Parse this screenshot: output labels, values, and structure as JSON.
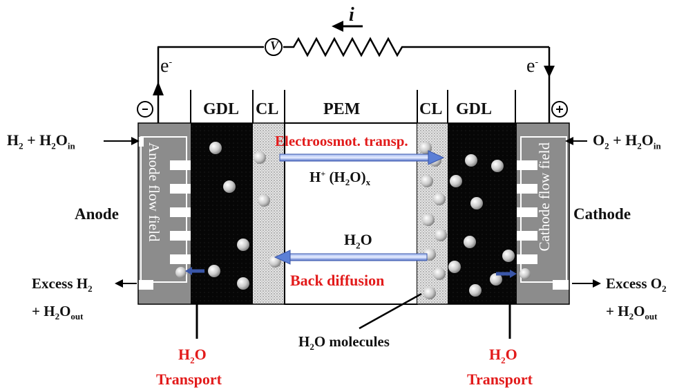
{
  "labels": {
    "gdl": "GDL",
    "cl": "CL",
    "pem": "PEM",
    "current": "i",
    "voltmeter": "V",
    "electron": "e",
    "electron_sup": "-",
    "minus_sign": "-",
    "plus_sign": "+",
    "anode": "Anode",
    "cathode": "Cathode",
    "anode_flow_field": "Anode flow field",
    "cathode_flow_field": "Cathode flow field",
    "electroosmotic": "Electroosmot. transp.",
    "proton_h": "H",
    "proton_sup": "+",
    "proton_water": "(H",
    "proton_water_sub": "2",
    "proton_water_end": "O)",
    "proton_x": "x",
    "water_h": "H",
    "water_sub": "2",
    "water_o": "O",
    "back_diffusion": "Back diffusion",
    "molecules_h": "H",
    "molecules_sub": "2",
    "molecules_rest": "O molecules",
    "transport_word": "Transport"
  },
  "anode_inlet": {
    "h": "H",
    "h_sub": "2",
    "plus": " + H",
    "w_sub": "2",
    "o": "O",
    "in_sub": "in"
  },
  "cathode_inlet": {
    "o": "O",
    "o_sub": "2",
    "plus": " + H",
    "w_sub": "2",
    "oo": "O",
    "in_sub": "in"
  },
  "anode_outlet": {
    "line1": "Excess H",
    "line1_sub": "2",
    "line2": "+ H",
    "line2_sub": "2",
    "line2_o": "O",
    "line2_out": "out"
  },
  "cathode_outlet": {
    "line1": "Excess O",
    "line1_sub": "2",
    "line2": "+ H",
    "line2_sub": "2",
    "line2_o": "O",
    "line2_out": "out"
  },
  "transport_left": {
    "h": "H",
    "sub": "2",
    "o": "O"
  },
  "transport_right": {
    "h": "H",
    "sub": "2",
    "o": "O"
  },
  "colors": {
    "red_label": "#e21b1b",
    "arrow_blue": "#5b7fd6",
    "gdl": "#070707",
    "flow_plate": "#8c8c8c"
  }
}
